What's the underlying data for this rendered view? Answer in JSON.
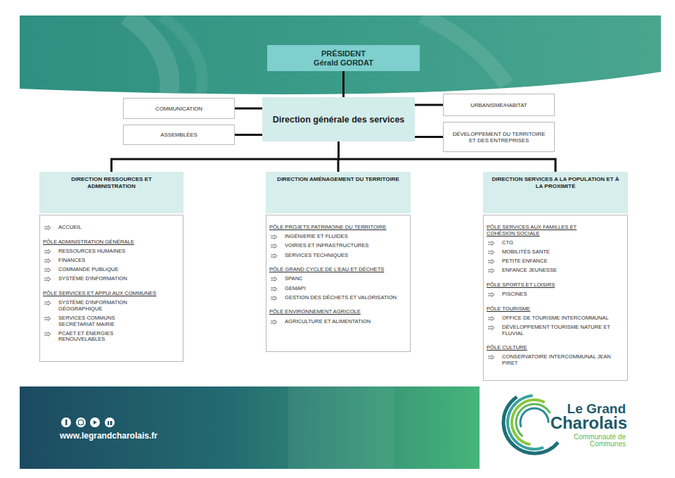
{
  "diagram": {
    "nodes": [
      {
        "text": [
          "PRÉSIDENT",
          "Gérald GORDAT"
        ]
      },
      {
        "text": [
          "COMMUNICATION"
        ]
      },
      {
        "text": [
          "Direction générale des services"
        ]
      },
      {
        "text": [
          "URBANISME/HABITAT"
        ]
      },
      {
        "text": [
          "ASSEMBLÉES"
        ]
      },
      {
        "text": [
          "DÉVELOPPEMENT DU TERRITOIRE ET DES ENTREPRISES"
        ]
      },
      {
        "text": [
          "DIRECTION RESSOURCES ET ADMINISTRATION"
        ]
      },
      {
        "text": [
          "ACCUEIL",
          "PÔLE ADMINISTRATION GÉNÉRALE",
          "RESSOURCES HUMAINES",
          "FINANCES",
          "COMMANDE PUBLIQUE",
          "SYSTÈME D'INFORMATION",
          "PÔLE SERVICES ET APPUI AUX COMMUNES",
          "SYSTÈME D'INFORMATION GÉOGRAPHIQUE",
          "SERVICES COMMUNS SECRÉTARIAT MAIRIE",
          "PCAET ET ÉNERGIES RENOUVELABLES"
        ]
      },
      {
        "text": [
          "DIRECTION AMÉNAGEMENT DU TERRITOIRE"
        ]
      },
      {
        "text": [
          "PÔLE PROJETS PATRIMOINE DU TERRITOIRE",
          "INGÉNIERIE ET FLUIDES",
          "VOIRIES ET INFRASTRUCTURES",
          "SERVICES TECHNIQUES",
          "PÔLE GRAND CYCLE DE L'EAU ET DÉCHETS",
          "SPANC",
          "GEMAPI",
          "GESTION DES DÉCHETS ET VALORISATION",
          "PÔLE ENVIRONNEMENT AGRICOLE",
          "AGRICULTURE ET ALIMENTATION"
        ]
      },
      {
        "text": [
          "DIRECTION SERVICES A LA POPULATION ET À LA PROXIMITÉ"
        ]
      },
      {
        "text": [
          "PÔLE SERVICES AUX FAMILLES ET COHÉSION SOCIALE",
          "CTG",
          "MOBILITÉS SANTE",
          "PETITE ENFANCE",
          "ENFANCE JEUNESSE",
          "PÔLE SPORTS ET LOISIRS",
          "PISCINES",
          "PÔLE TOURISME",
          "OFFICE DE TOURISME INTERCOMMUNAL",
          "DÉVELOPPEMENT TOURISME NATURE ET FLUVIAL",
          "PÔLE CULTURE",
          "CONSERVATOIRE INTERCOMMUNAL JEAN PIRET"
        ]
      }
    ],
    "edges": [
      {
        "from": 0,
        "to": 2,
        "arrow": "none"
      },
      {
        "from": 2,
        "to": 1,
        "arrow": "none"
      },
      {
        "from": 2,
        "to": 4,
        "arrow": "none"
      },
      {
        "from": 2,
        "to": 3,
        "arrow": "none"
      },
      {
        "from": 2,
        "to": 5,
        "arrow": "none"
      },
      {
        "from": 2,
        "to": 6,
        "arrow": "none"
      },
      {
        "from": 2,
        "to": 8,
        "arrow": "none"
      },
      {
        "from": 2,
        "to": 10,
        "arrow": "none"
      }
    ],
    "labels": [
      "www.legrandcharolais.fr",
      "Le Grand",
      "Charolais",
      "Communauté de Communes"
    ]
  }
}
